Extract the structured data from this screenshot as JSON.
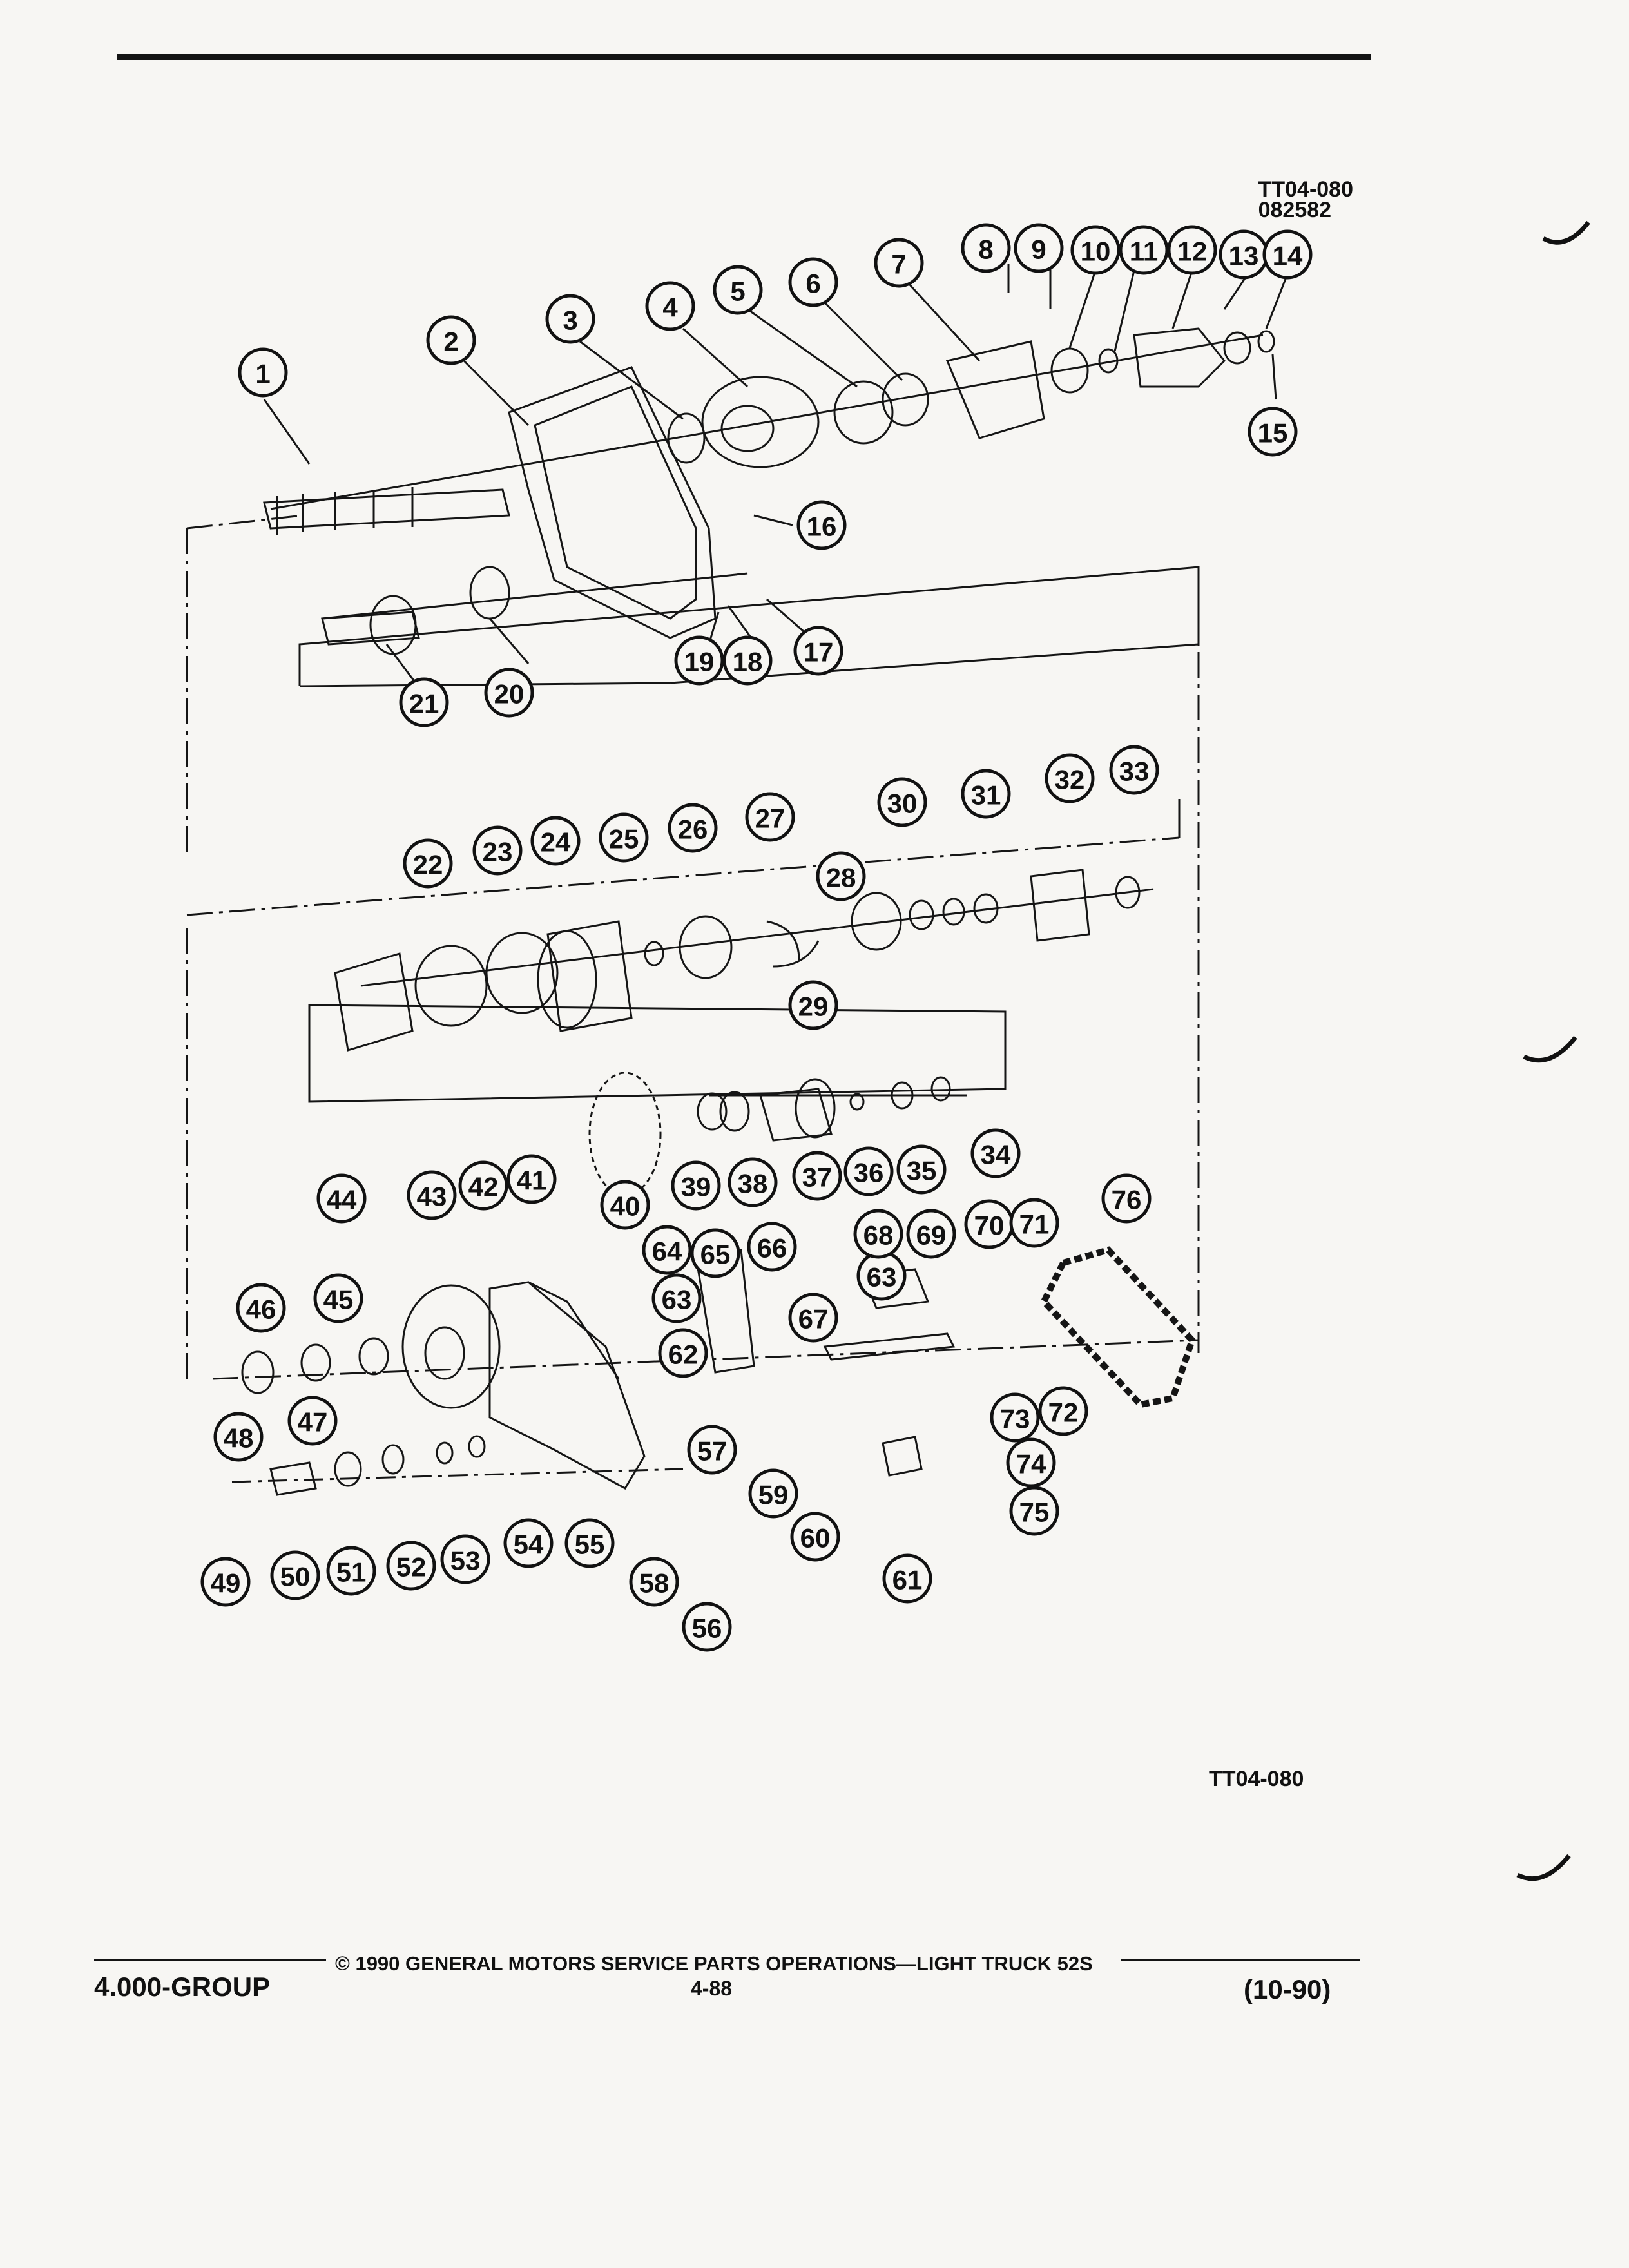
{
  "ref_code": "TT04-080",
  "ref_number": "082582",
  "bottom_code": "TT04-080",
  "footer": {
    "group": "4.000-GROUP",
    "copyright": "© 1990 GENERAL MOTORS SERVICE PARTS OPERATIONS—LIGHT TRUCK 52S",
    "page": "4-88",
    "date": "(10-90)"
  },
  "callouts": [
    "1",
    "2",
    "3",
    "4",
    "5",
    "6",
    "7",
    "8",
    "9",
    "10",
    "11",
    "12",
    "13",
    "14",
    "15",
    "16",
    "17",
    "18",
    "19",
    "20",
    "21",
    "22",
    "23",
    "24",
    "25",
    "26",
    "27",
    "28",
    "29",
    "30",
    "31",
    "32",
    "33",
    "34",
    "35",
    "36",
    "37",
    "38",
    "39",
    "40",
    "41",
    "42",
    "43",
    "44",
    "45",
    "46",
    "47",
    "48",
    "49",
    "50",
    "51",
    "52",
    "53",
    "54",
    "55",
    "56",
    "57",
    "58",
    "59",
    "60",
    "61",
    "62",
    "63",
    "63",
    "64",
    "65",
    "66",
    "67",
    "68",
    "69",
    "70",
    "71",
    "72",
    "73",
    "74",
    "75",
    "76"
  ]
}
